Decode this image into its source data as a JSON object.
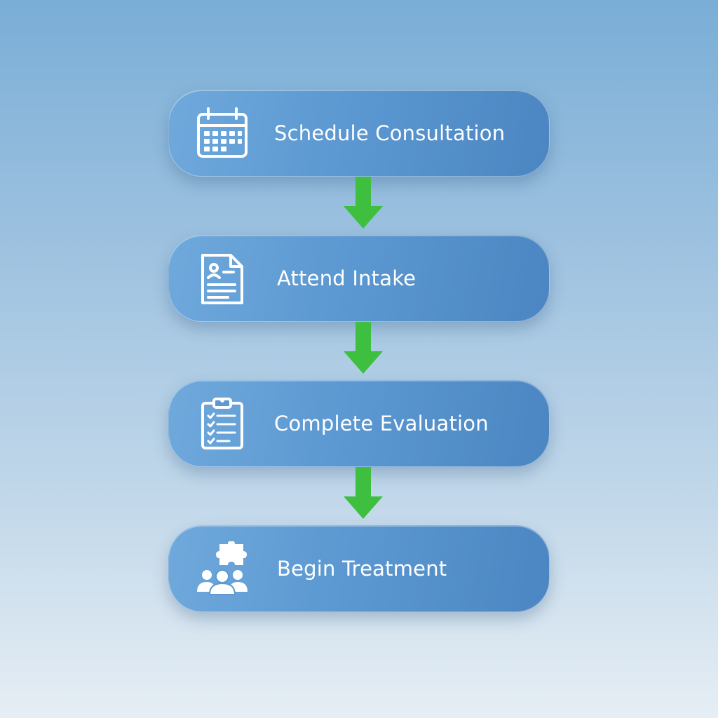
{
  "steps": [
    {
      "label": "Schedule Consultation",
      "icon": "calendar-icon"
    },
    {
      "label": "Attend Intake",
      "icon": "document-icon"
    },
    {
      "label": "Complete Evaluation",
      "icon": "clipboard-checklist-icon"
    },
    {
      "label": "Begin Treatment",
      "icon": "team-puzzle-icon"
    }
  ],
  "colors": {
    "step_fill": "#5c98d1",
    "arrow": "#3fbf3f",
    "text": "#ffffff"
  }
}
